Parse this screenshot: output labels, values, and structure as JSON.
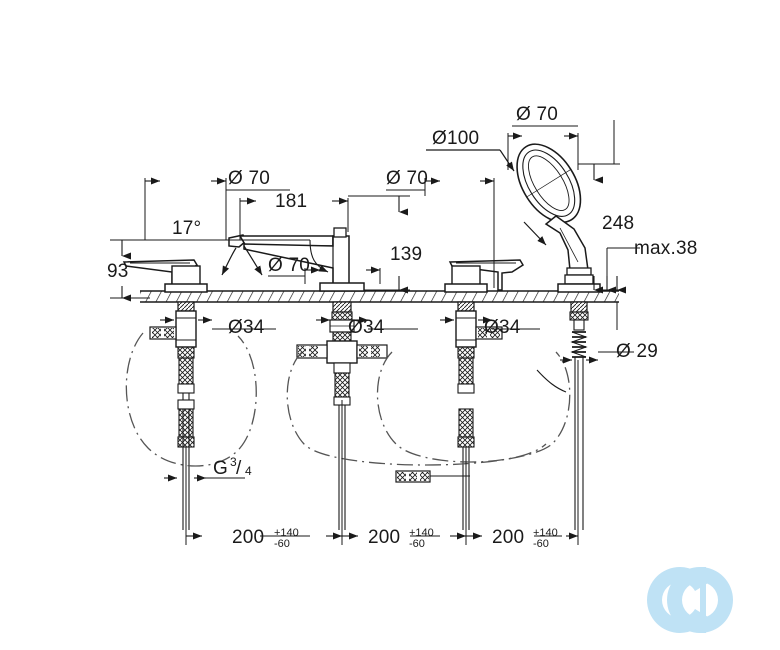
{
  "document": {
    "type": "technical-dimension-drawing",
    "subject": "4-hole bath tub mixer with hand shower",
    "background_color": "#ffffff",
    "line_color": "#1a1a1a"
  },
  "dimensions": {
    "height_handle": "93",
    "angle_spout": "17°",
    "spout_reach": "181",
    "spout_height": "139",
    "shower_height": "248",
    "deck_thickness": "max.38",
    "hole_diameter_1": "Ø 70",
    "hole_diameter_2": "Ø 70",
    "hole_diameter_3": "Ø 70",
    "hole_diameter_4": "Ø 70",
    "shower_head_diameter": "Ø100",
    "body_diameter_1": "Ø34",
    "body_diameter_2": "Ø34",
    "body_diameter_3": "Ø34",
    "hose_diameter": "Ø 29",
    "thread_size_main": "G",
    "thread_size_sup": "3",
    "thread_size_sub": "4",
    "spacing_1_main": "200",
    "spacing_1_plus": "+140",
    "spacing_1_minus": "-60",
    "spacing_2_main": "200",
    "spacing_2_plus": "+140",
    "spacing_2_minus": "-60",
    "spacing_3_main": "200",
    "spacing_3_plus": "+140",
    "spacing_3_minus": "-60"
  },
  "watermark": {
    "label": "cd-logo",
    "color": "#bfe2f5"
  }
}
